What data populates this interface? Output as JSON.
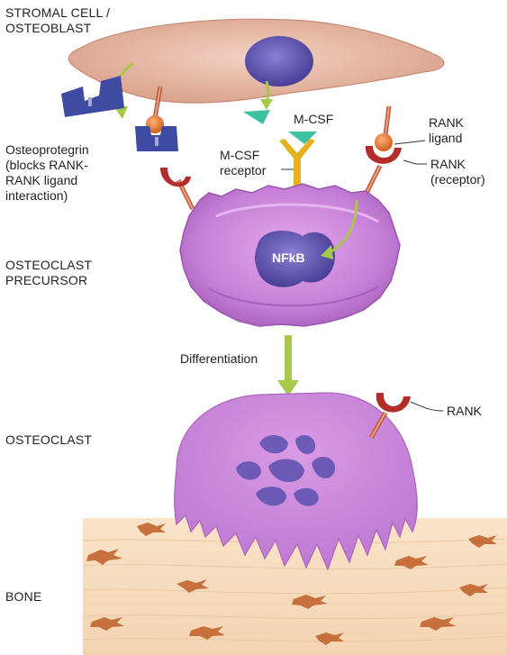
{
  "labels": {
    "stromal_cell": "STROMAL CELL /\nOSTEOBLAST",
    "osteoclast_precursor": "OSTEOCLAST\nPRECURSOR",
    "osteoclast": "OSTEOCLAST",
    "bone": "BONE",
    "osteoprotegrin": "Osteoprotegrin\n(blocks RANK-\nRANK ligand\ninteraction)",
    "mcsf": "M-CSF",
    "mcsf_receptor": "M-CSF\nreceptor",
    "rank_ligand": "RANK\nligand",
    "rank_receptor": "RANK\n(receptor)",
    "nfkb": "NFkB",
    "differentiation": "Differentiation",
    "rank": "RANK"
  },
  "colors": {
    "stromal_cell": "#e8b9a6",
    "nucleus": "#5b4fa8",
    "osteoclast": "#c883d6",
    "bone": "#f7dcc0",
    "bone_cells": "#c8703c",
    "receptor_red": "#b32d2a",
    "ligand_orange": "#e0701e",
    "opg_blue": "#3f4aa1",
    "mcsf_green": "#3fc2a2",
    "mcsf_receptor_yellow": "#e2b21f",
    "arrow_green": "#a8c84a"
  }
}
